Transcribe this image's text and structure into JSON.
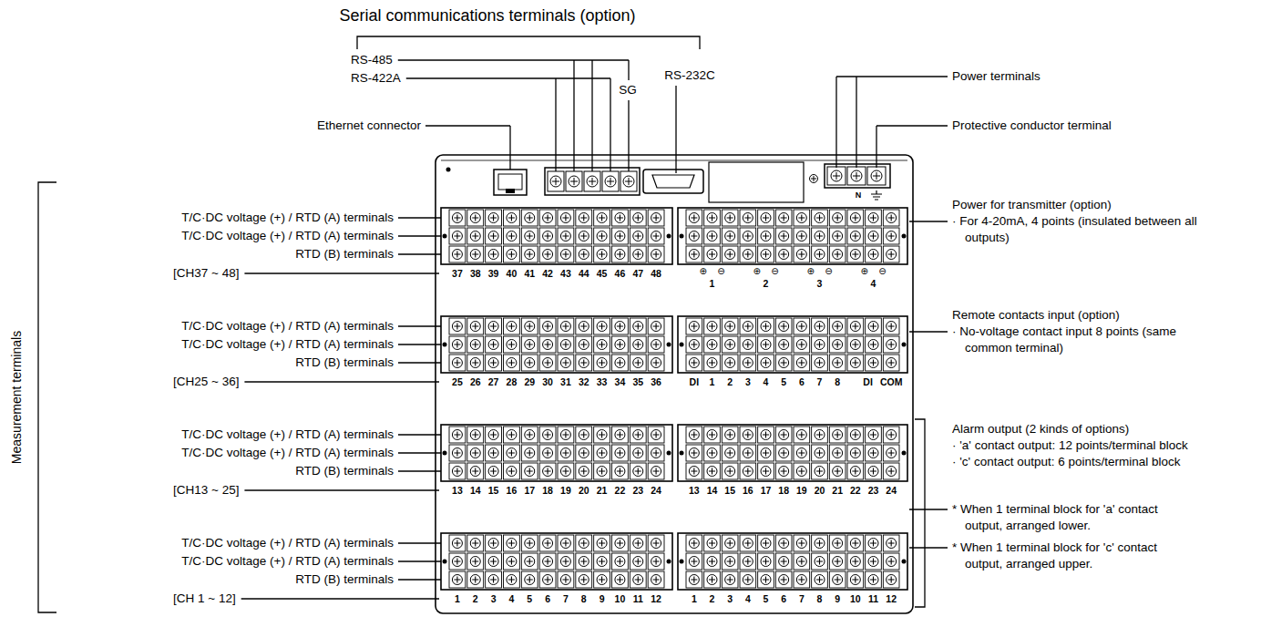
{
  "diagram": {
    "labels": [
      "Serial communications terminals (option)",
      "RS-485",
      "RS-422A",
      "SG",
      "RS-232C",
      "Ethernet connector",
      "Power terminals",
      "Protective conductor terminal",
      "N",
      "T/C·DC voltage (+) / RTD (A) terminals",
      "T/C·DC voltage (+) / RTD (A) terminals",
      "RTD  (B) terminals",
      "[CH37 ~ 48]",
      "T/C·DC voltage (+) / RTD (A) terminals",
      "T/C·DC voltage (+) / RTD (A) terminals",
      "RTD  (B) terminals",
      "[CH25 ~ 36]",
      "T/C·DC voltage (+) / RTD (A) terminals",
      "T/C·DC voltage (+) / RTD (A) terminals",
      "RTD  (B) terminals",
      "[CH13 ~ 25]",
      "T/C·DC voltage (+) / RTD (A) terminals",
      "T/C·DC voltage (+) / RTD (A) terminals",
      "RTD  (B) terminals",
      "[CH 1 ~ 12]",
      "Measurement terminals",
      "Power for transmitter (option)",
      "· For 4-20mA, 4 points (insulated between all outputs)",
      "Remote contacts input (option)",
      "· No-voltage contact input 8 points (same common terminal)",
      "Alarm output (2 kinds of options)",
      "· 'a' contact output: 12 points/terminal block",
      "· 'c' contact output: 6 points/terminal block",
      "* When 1 terminal block for 'a' contact output, arranged lower.",
      "* When 1 terminal block for 'c' contact output, arranged upper.",
      "37",
      "38",
      "39",
      "40",
      "41",
      "42",
      "43",
      "44",
      "45",
      "46",
      "47",
      "48",
      "25",
      "26",
      "27",
      "28",
      "29",
      "30",
      "31",
      "32",
      "33",
      "34",
      "35",
      "36",
      "13",
      "14",
      "15",
      "16",
      "17",
      "18",
      "19",
      "20",
      "21",
      "22",
      "23",
      "24",
      "1",
      "2",
      "3",
      "4",
      "5",
      "6",
      "7",
      "8",
      "9",
      "10",
      "11",
      "12",
      "13",
      "14",
      "15",
      "16",
      "17",
      "18",
      "19",
      "20",
      "21",
      "22",
      "23",
      "24",
      "1",
      "2",
      "3",
      "4",
      "5",
      "6",
      "7",
      "8",
      "9",
      "10",
      "11",
      "12",
      "DI",
      "1",
      "2",
      "3",
      "4",
      "5",
      "6",
      "7",
      "8",
      "DI",
      "COM",
      "⊕",
      "⊖",
      "1",
      "⊕",
      "⊖",
      "2",
      "⊕",
      "⊖",
      "3",
      "⊕",
      "⊖",
      "4"
    ]
  }
}
